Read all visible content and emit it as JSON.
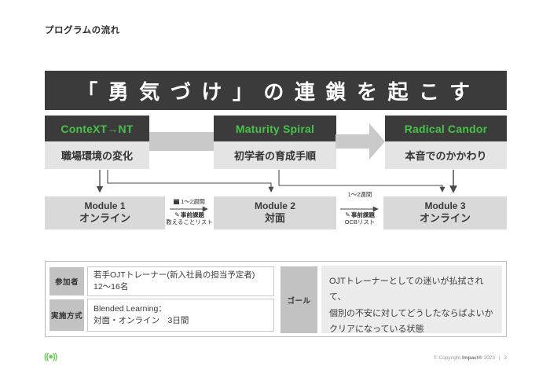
{
  "page_title": "プログラムの流れ",
  "banner": {
    "text": "「勇気づけ」の連鎖を起こす"
  },
  "flow": {
    "columns": [
      {
        "header": "ConteXT→NT",
        "subtitle": "職場環境の変化"
      },
      {
        "header": "Maturity Spiral",
        "subtitle": "初学者の育成手順"
      },
      {
        "header": "Radical Candor",
        "subtitle": "本音でのかかわり"
      }
    ]
  },
  "modules": [
    {
      "name": "Module 1",
      "format": "オンライン"
    },
    {
      "name": "Module 2",
      "format": "対面"
    },
    {
      "name": "Module 3",
      "format": "オンライン"
    }
  ],
  "transitions": [
    {
      "duration": "1〜2週間",
      "task": "事前課題",
      "deliverable": "教えることリスト"
    },
    {
      "duration": "1〜2週間",
      "task": "事前課題",
      "deliverable": "OCBリスト"
    }
  ],
  "info": {
    "rows": [
      {
        "label": "参加者",
        "value": "若手OJTトレーナー(新入社員の担当予定者)\n12〜16名"
      },
      {
        "label": "実施方式",
        "value": "Blended Learning：\n対面・オンライン　3日間"
      }
    ],
    "goal": {
      "label": "ゴール",
      "value": "OJTトレーナーとしての迷いが払拭されて、\n個別の不安に対してどうしたならばよいか\nクリアになっている状態"
    }
  },
  "icons": {
    "pencil": "✎"
  },
  "footer": {
    "logo_text": "((●))",
    "copyright_prefix": "© Copyright",
    "copyright_brand": "Impact®",
    "copyright_year": "2023",
    "copyright_divider": "|",
    "page_number": "3"
  },
  "colors": {
    "accent_green": "#47c247",
    "logo_green": "#6ecb5a",
    "dark_panel": "#3b3b3b",
    "subtitle_panel": "#e4e4e4",
    "module_panel": "#d9d9d9",
    "connector_gray": "#c9c9c9",
    "label_gray": "#c2c2c2",
    "goal_bg": "#ececec"
  }
}
